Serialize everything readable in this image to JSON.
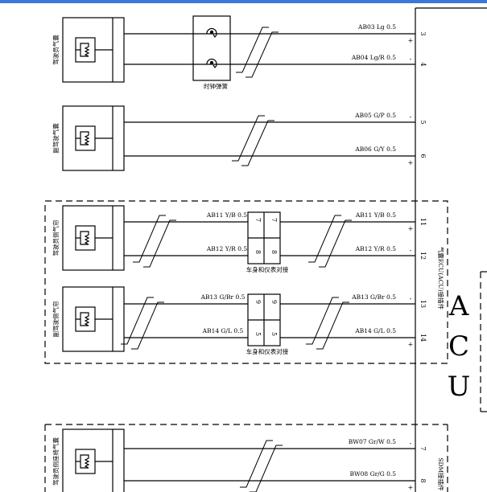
{
  "page": {
    "bar_color": "#3c78d8"
  },
  "acu": {
    "letters": [
      "A",
      "C",
      "U"
    ]
  },
  "labels": {
    "clockspring": "时钟弹簧",
    "connector_body": "车身和仪表对接",
    "acu_vertical": "气囊ECU(ACU)接插件",
    "side_vertical": "SDM接插件"
  },
  "sensor_labels": [
    "驾驶员气囊",
    "副驾驶气囊",
    "驾驶员侧气帘",
    "副驾驶侧气帘",
    "驾驶员侧座椅气囊"
  ],
  "wires": [
    {
      "left": "",
      "right": "AB03 Lg 0.5"
    },
    {
      "left": "",
      "right": "AB04 Lg/R 0.5"
    },
    {
      "left": "",
      "right": "AB05 G/P 0.5"
    },
    {
      "left": "",
      "right": "AB06 G/Y 0.5"
    },
    {
      "left": "AB11 Y/B 0.5",
      "right": "AB11 Y/B 0.5"
    },
    {
      "left": "AB12 Y/R 0.5",
      "right": "AB12 Y/R 0.5"
    },
    {
      "left": "AB13 G/Br 0.5",
      "right": "AB13 G/Br 0.5"
    },
    {
      "left": "AB14 G/L 0.5",
      "right": "AB14 G/L 0.5"
    },
    {
      "left": "",
      "right": "BW07 Gr/W 0.5"
    },
    {
      "left": "",
      "right": "BW08 Gr/G 0.5"
    }
  ],
  "pins": [
    "3",
    "4",
    "5",
    "6",
    "11",
    "12",
    "13",
    "14",
    "7",
    "8"
  ],
  "connector_pins": [
    "7",
    "8",
    "9",
    "5"
  ],
  "signs": [
    "+",
    "-",
    "-",
    "+",
    "+",
    "-",
    "-",
    "+",
    "-",
    "+"
  ]
}
